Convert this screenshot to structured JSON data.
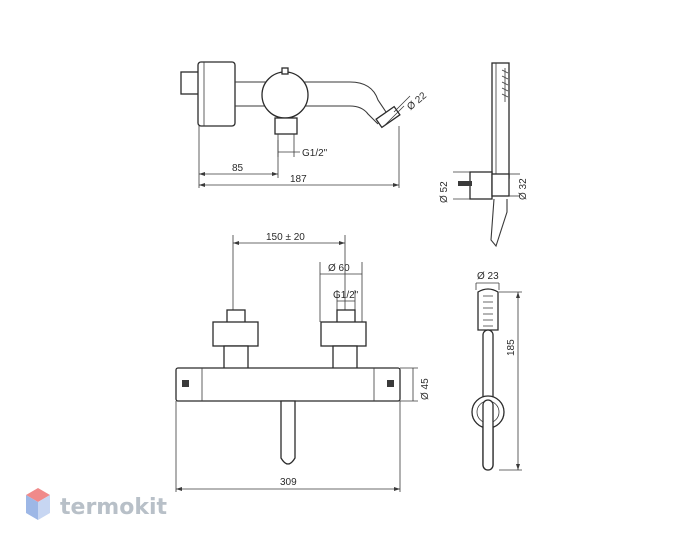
{
  "dimensions": {
    "top_view": {
      "d85": "85",
      "d187": "187",
      "thread": "G1/2\"",
      "spout_dia": "Ø 22"
    },
    "hand_shower_side": {
      "holder_dia": "Ø 52",
      "hose_dia": "Ø 32"
    },
    "front_view": {
      "spacing": "150 ± 20",
      "flange_dia": "Ø 60",
      "thread": "G1/2\"",
      "body_dia": "Ø 45",
      "width": "309"
    },
    "hand_shower_front": {
      "head_dia": "Ø 23",
      "length": "185"
    }
  },
  "watermark": {
    "text": "termokit",
    "colors": {
      "logo_top": "#f08a8a",
      "logo_left": "#9db7e6",
      "logo_right": "#c7d6f2"
    }
  }
}
